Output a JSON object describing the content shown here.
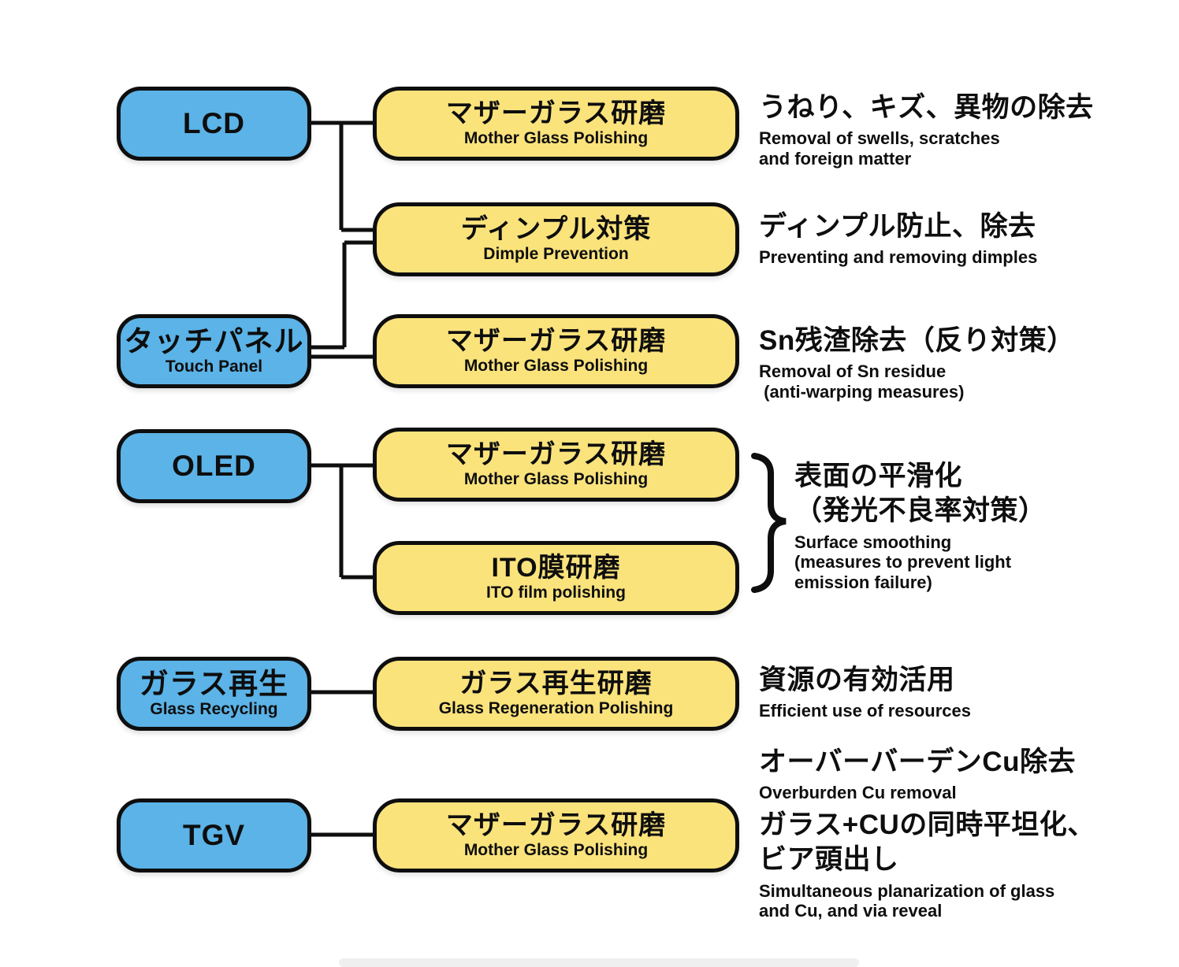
{
  "colors": {
    "category_fill": "#5bb3e7",
    "process_fill": "#fbe37c",
    "outline": "#0e0e0e",
    "background": "#ffffff"
  },
  "diagram": {
    "categories": [
      {
        "label": "LCD"
      },
      {
        "label": "タッチパネル",
        "sublabel": "Touch Panel"
      },
      {
        "label": "OLED"
      },
      {
        "label": "ガラス再生",
        "sublabel": "Glass Recycling"
      },
      {
        "label": "TGV"
      }
    ],
    "processes": [
      {
        "jp": "マザーガラス研磨",
        "en": "Mother Glass Polishing"
      },
      {
        "jp": "ディンプル対策",
        "en": "Dimple Prevention"
      },
      {
        "jp": "マザーガラス研磨",
        "en": "Mother Glass Polishing"
      },
      {
        "jp": "マザーガラス研磨",
        "en": "Mother Glass Polishing"
      },
      {
        "jp": "ITO膜研磨",
        "en": "ITO film polishing"
      },
      {
        "jp": "ガラス再生研磨",
        "en": "Glass Regeneration Polishing"
      },
      {
        "jp": "マザーガラス研磨",
        "en": "Mother Glass Polishing"
      }
    ],
    "notes": [
      {
        "jp": "うねり、キズ、異物の除去",
        "en": "Removal of swells, scratches\nand foreign matter"
      },
      {
        "jp": "ディンプル防止、除去",
        "en": "Preventing and removing dimples"
      },
      {
        "jp": "Sn残渣除去（反り対策）",
        "en": "Removal of Sn residue\n (anti-warping measures)"
      },
      {
        "jp": "表面の平滑化\n（発光不良率対策）",
        "en": "Surface smoothing\n(measures to prevent light\nemission failure)"
      },
      {
        "jp": "資源の有効活用",
        "en": "Efficient use of resources"
      },
      {
        "jp": "オーバーバーデンCu除去",
        "en": "Overburden Cu removal"
      },
      {
        "jp": "ガラス+CUの同時平坦化、\nビア頭出し",
        "en": "Simultaneous planarization of glass\nand Cu, and via reveal"
      }
    ]
  }
}
